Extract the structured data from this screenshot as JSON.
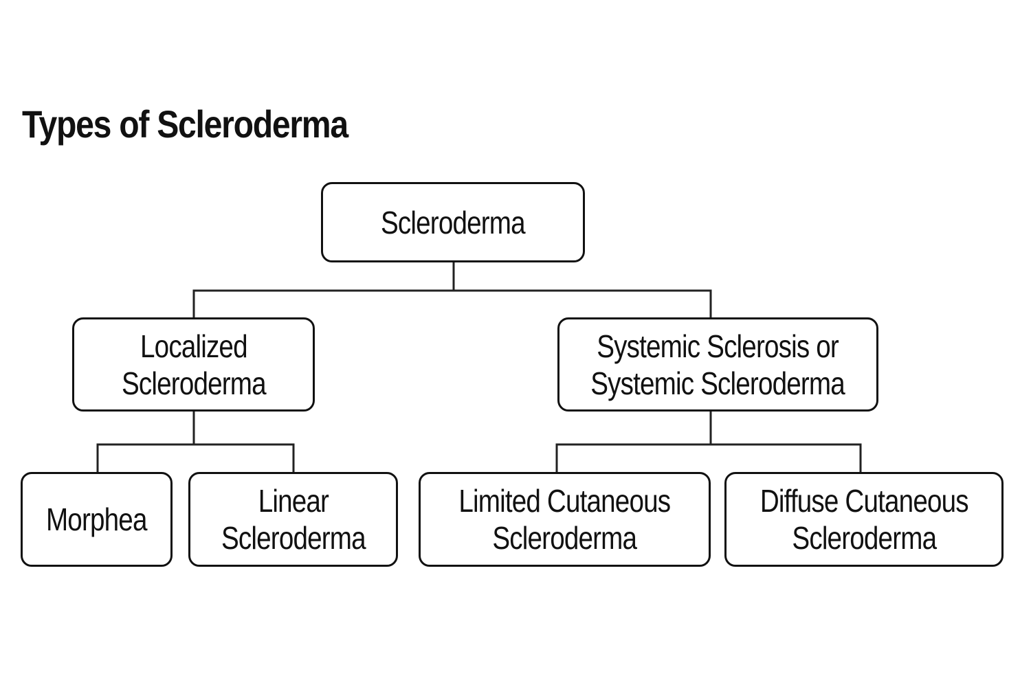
{
  "title": "Types of Scleroderma",
  "nodes": {
    "root": {
      "lines": [
        "Scleroderma"
      ]
    },
    "localized": {
      "lines": [
        "Localized",
        "Scleroderma"
      ]
    },
    "systemic": {
      "lines": [
        "Systemic Sclerosis or",
        "Systemic Scleroderma"
      ]
    },
    "morphea": {
      "lines": [
        "Morphea"
      ]
    },
    "linear": {
      "lines": [
        "Linear",
        "Scleroderma"
      ]
    },
    "limited": {
      "lines": [
        "Limited Cutaneous",
        "Scleroderma"
      ]
    },
    "diffuse": {
      "lines": [
        "Diffuse Cutaneous",
        "Scleroderma"
      ]
    }
  },
  "colors": {
    "stroke": "#111111",
    "background": "#ffffff"
  }
}
